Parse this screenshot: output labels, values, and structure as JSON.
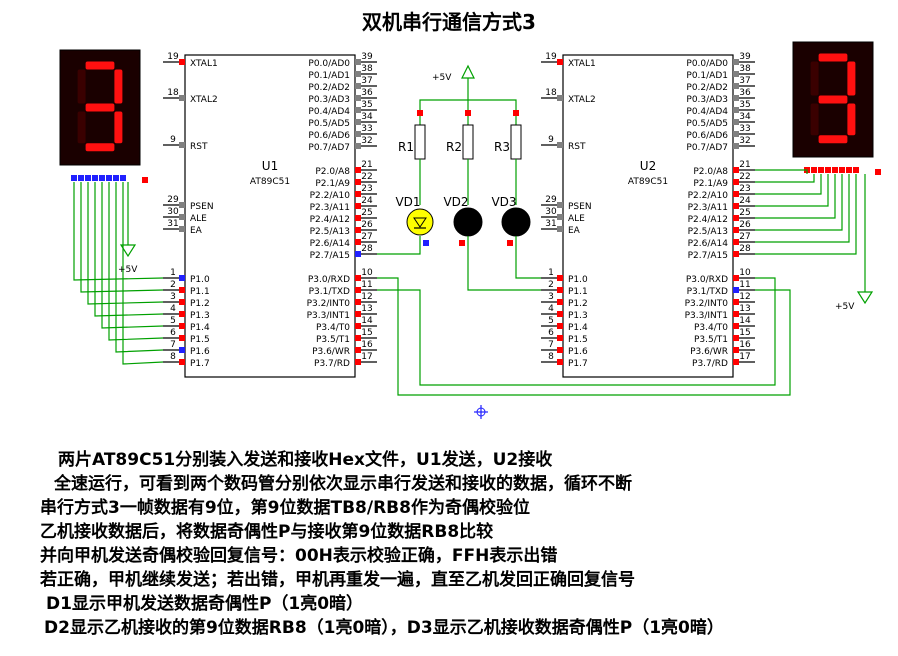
{
  "title": "双机串行通信方式3",
  "colors": {
    "wire": "#00a000",
    "pin_red": "#ff0000",
    "pin_gray": "#808080",
    "pin_blue": "#2020ff",
    "seg_on": "#ff1010",
    "seg_bg": "#1a0000",
    "led_yellow": "#ffff00",
    "ground": "#00a000"
  },
  "chips": [
    {
      "ref": "U1",
      "part": "AT89C51",
      "left_pins": [
        {
          "num": "19",
          "name": "XTAL1"
        },
        {
          "num": "18",
          "name": "XTAL2"
        },
        {
          "num": "9",
          "name": "RST"
        },
        {
          "num": "29",
          "name": "PSEN"
        },
        {
          "num": "30",
          "name": "ALE"
        },
        {
          "num": "31",
          "name": "EA"
        },
        {
          "num": "1",
          "name": "P1.0"
        },
        {
          "num": "2",
          "name": "P1.1"
        },
        {
          "num": "3",
          "name": "P1.2"
        },
        {
          "num": "4",
          "name": "P1.3"
        },
        {
          "num": "5",
          "name": "P1.4"
        },
        {
          "num": "6",
          "name": "P1.5"
        },
        {
          "num": "7",
          "name": "P1.6"
        },
        {
          "num": "8",
          "name": "P1.7"
        }
      ],
      "right_pins": [
        {
          "num": "39",
          "name": "P0.0/AD0"
        },
        {
          "num": "38",
          "name": "P0.1/AD1"
        },
        {
          "num": "37",
          "name": "P0.2/AD2"
        },
        {
          "num": "36",
          "name": "P0.3/AD3"
        },
        {
          "num": "35",
          "name": "P0.4/AD4"
        },
        {
          "num": "34",
          "name": "P0.5/AD5"
        },
        {
          "num": "33",
          "name": "P0.6/AD6"
        },
        {
          "num": "32",
          "name": "P0.7/AD7"
        },
        {
          "num": "21",
          "name": "P2.0/A8"
        },
        {
          "num": "22",
          "name": "P2.1/A9"
        },
        {
          "num": "23",
          "name": "P2.2/A10"
        },
        {
          "num": "24",
          "name": "P2.3/A11"
        },
        {
          "num": "25",
          "name": "P2.4/A12"
        },
        {
          "num": "26",
          "name": "P2.5/A13"
        },
        {
          "num": "27",
          "name": "P2.6/A14"
        },
        {
          "num": "28",
          "name": "P2.7/A15"
        },
        {
          "num": "10",
          "name": "P3.0/RXD"
        },
        {
          "num": "11",
          "name": "P3.1/TXD"
        },
        {
          "num": "12",
          "name": "P3.2/INT0"
        },
        {
          "num": "13",
          "name": "P3.3/INT1"
        },
        {
          "num": "14",
          "name": "P3.4/T0"
        },
        {
          "num": "15",
          "name": "P3.5/T1"
        },
        {
          "num": "16",
          "name": "P3.6/WR"
        },
        {
          "num": "17",
          "name": "P3.7/RD"
        }
      ]
    },
    {
      "ref": "U2",
      "part": "AT89C51",
      "left_pins": [
        {
          "num": "19",
          "name": "XTAL1"
        },
        {
          "num": "18",
          "name": "XTAL2"
        },
        {
          "num": "9",
          "name": "RST"
        },
        {
          "num": "29",
          "name": "PSEN"
        },
        {
          "num": "30",
          "name": "ALE"
        },
        {
          "num": "31",
          "name": "EA"
        },
        {
          "num": "1",
          "name": "P1.0"
        },
        {
          "num": "2",
          "name": "P1.1"
        },
        {
          "num": "3",
          "name": "P1.2"
        },
        {
          "num": "4",
          "name": "P1.3"
        },
        {
          "num": "5",
          "name": "P1.4"
        },
        {
          "num": "6",
          "name": "P1.5"
        },
        {
          "num": "7",
          "name": "P1.6"
        },
        {
          "num": "8",
          "name": "P1.7"
        }
      ],
      "right_pins": [
        {
          "num": "39",
          "name": "P0.0/AD0"
        },
        {
          "num": "38",
          "name": "P0.1/AD1"
        },
        {
          "num": "37",
          "name": "P0.2/AD2"
        },
        {
          "num": "36",
          "name": "P0.3/AD3"
        },
        {
          "num": "35",
          "name": "P0.4/AD4"
        },
        {
          "num": "34",
          "name": "P0.5/AD5"
        },
        {
          "num": "33",
          "name": "P0.6/AD6"
        },
        {
          "num": "32",
          "name": "P0.7/AD7"
        },
        {
          "num": "21",
          "name": "P2.0/A8"
        },
        {
          "num": "22",
          "name": "P2.1/A9"
        },
        {
          "num": "23",
          "name": "P2.2/A10"
        },
        {
          "num": "24",
          "name": "P2.3/A11"
        },
        {
          "num": "25",
          "name": "P2.4/A12"
        },
        {
          "num": "26",
          "name": "P2.5/A13"
        },
        {
          "num": "27",
          "name": "P2.6/A14"
        },
        {
          "num": "28",
          "name": "P2.7/A15"
        },
        {
          "num": "10",
          "name": "P3.0/RXD"
        },
        {
          "num": "11",
          "name": "P3.1/TXD"
        },
        {
          "num": "12",
          "name": "P3.2/INT0"
        },
        {
          "num": "13",
          "name": "P3.3/INT1"
        },
        {
          "num": "14",
          "name": "P3.4/T0"
        },
        {
          "num": "15",
          "name": "P3.5/T1"
        },
        {
          "num": "16",
          "name": "P3.6/WR"
        },
        {
          "num": "17",
          "name": "P3.7/RD"
        }
      ]
    }
  ],
  "resistors": [
    "R1",
    "R2",
    "R3"
  ],
  "leds": [
    {
      "label": "VD1",
      "state": "on"
    },
    {
      "label": "VD2",
      "state": "off"
    },
    {
      "label": "VD3",
      "state": "off"
    }
  ],
  "displays": [
    {
      "digit": "3"
    },
    {
      "digit": "3"
    }
  ],
  "power_labels": [
    "+5V",
    "+5V",
    "+5V"
  ],
  "notes": [
    "两片AT89C51分别装入发送和接收Hex文件，U1发送，U2接收",
    "全速运行，可看到两个数码管分别依次显示串行发送和接收的数据，循环不断",
    "串行方式3一帧数据有9位，第9位数据TB8/RB8作为奇偶校验位",
    "乙机接收数据后，将数据奇偶性P与接收第9位数据RB8比较",
    "并向甲机发送奇偶校验回复信号：00H表示校验正确，FFH表示出错",
    "若正确，甲机继续发送；若出错，甲机再重发一遍，直至乙机发回正确回复信号",
    "D1显示甲机发送数据奇偶性P（1亮0暗）",
    "D2显示乙机接收的第9位数据RB8（1亮0暗），D3显示乙机接收数据奇偶性P（1亮0暗）"
  ]
}
